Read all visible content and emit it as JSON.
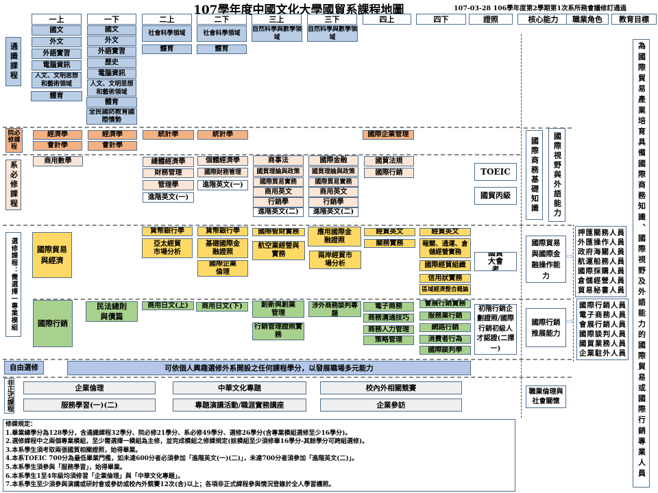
{
  "title": "107學年度中國文化大學國貿系課程地圖",
  "subtitle": "107-03-28 106學年度第2學期第1次系所務會議修訂通過",
  "headers": [
    "一上",
    "一下",
    "二上",
    "二下",
    "三上",
    "三下",
    "四上",
    "四下",
    "證照",
    "核心能力",
    "職業角色",
    "教育目標"
  ],
  "general": {
    "label": "通識課程",
    "y1a": [
      "國文",
      "外文",
      "外語實習",
      "電腦資訊",
      "人文、文明思想和藝術領域",
      "體育"
    ],
    "y1b": [
      "國文",
      "外文",
      "外語實習",
      "歷史",
      "電腦資訊",
      "人文、文明思想和藝術領域",
      "體育",
      "全民國防教育國際情勢"
    ],
    "y2a": [
      "社會科學領域",
      "體育"
    ],
    "y2b": [
      "社會科學領域",
      "體育"
    ],
    "y3a": [
      "自然科學與數學領域"
    ],
    "y3b": [
      "自然科學與數學領域"
    ]
  },
  "college_required": {
    "label": "院必修課程",
    "y1a": [
      "經濟學",
      "會計學"
    ],
    "y1b": [
      "經濟學",
      "會計學"
    ],
    "y2a": [
      "統計學"
    ],
    "y2b": [
      "統計學"
    ],
    "y4a": [
      "國際企業管理"
    ]
  },
  "dept_required": {
    "label": "系必修課程",
    "y1a": [
      "商用數學"
    ],
    "y2a": [
      "總體經濟學",
      "財務管理",
      "管理學",
      "進階英文(一)"
    ],
    "y2b": [
      "個體經濟學",
      "國際財務管理",
      "進階英文(一)"
    ],
    "y3a": [
      "商事法",
      "國貿理論與政策",
      "國際貿易實務",
      "商用英文",
      "行銷學",
      "進階英文(二)"
    ],
    "y3b": [
      "國際金融",
      "國貿理論與政策",
      "國際貿易實務",
      "商用英文",
      "行銷學",
      "進階英文(二)"
    ],
    "y4a": [
      "國貿法規",
      "國際行銷"
    ],
    "certs": [
      "TOEIC",
      "國貿丙級"
    ],
    "core": [
      "國際商務基礎知識",
      "國際視野與外語能力"
    ]
  },
  "elective": {
    "label": "選修課程：需選擇一專業模組",
    "trade": {
      "name": "國際貿易與經濟",
      "y2a": [
        "貨幣銀行學",
        "亞太經貿市場分析"
      ],
      "y2b": [
        "貨幣銀行學",
        "基礎國際金融證照",
        "國際企業倫理"
      ],
      "y3a": [
        "國際智財實務",
        "航空業經營與實務"
      ],
      "y3b": [
        "應用國際金融證照",
        "兩岸經貿市場分析"
      ],
      "y4a": [
        "經貿英文",
        "關務實務"
      ],
      "y4b": [
        "經貿英文",
        "報關、通運、倉儲經營實務",
        "國際經貿組織",
        "信用狀實務",
        "區域經濟整合概論"
      ],
      "cert": "國貿大會考",
      "core": "國際貿易與國際金融操作能力",
      "roles": [
        "押匯關務人員",
        "外匯操作人員",
        "政府海關人員",
        "航運船務人員",
        "國際採購人員",
        "倉儲經營人員",
        "貿易秘書人員"
      ]
    },
    "marketing": {
      "name": "國際行銷",
      "y1b": [
        "民法總則與債篇"
      ],
      "y2a": [
        "商用日文(上)"
      ],
      "y2b": [
        "商用日文(下)"
      ],
      "y3a": [
        "創新與創業管理",
        "行銷管理證照實務"
      ],
      "y3b": [
        "涉外商務談判專題"
      ],
      "y4a": [
        "電子商務",
        "商務溝通技巧",
        "商務人力管理",
        "策略管理"
      ],
      "y4b": [
        "會展行銷實務",
        "服務業行銷",
        "網路行銷",
        "消費者行為",
        "國際談判學"
      ],
      "cert": "初階行銷企劃證照/國際行銷初級人才認證(二擇一)",
      "core": "國際行銷推展能力",
      "roles": [
        "國際行銷人員",
        "電子商務人員",
        "會展行銷人員",
        "國際談判人員",
        "國貿業務人員",
        "企業駐外人員"
      ]
    }
  },
  "free": {
    "label": "自由選修",
    "text": "可依個人興趣選修外系開設之任何課程學分，以發展職場多元能力"
  },
  "informal": {
    "label": "非正式課程",
    "items": [
      "企業倫理",
      "中華文化專題",
      "校內外相關競賽",
      "服務學習(一)(二)",
      "專題演講活動/職涯實務講座",
      "企業參訪"
    ],
    "core": "職業倫理與社會關懷"
  },
  "goal": "為國際貿易產業培育具備國際商務知識、國際視野及外語能力的國際貿易或國際行銷專業人員",
  "rules": [
    "修課規定：",
    "1.畢業總學分為128學分，含通識課程32學分、院必修21學分、系必修49學分、選修26學分(含專業模組選修至少16學分)。",
    "2.選修課程中之兩個專業模組，至少需選擇一模組為主修，並完成模組之修課規定(該模組至少須修畢16學分-其餘學分可跨組選修)。",
    "3.本系學生須考取兩張國貿相關證照，始得畢業。",
    "4.本系TOEIC 700分為最低畢業門檻，如未達600分者必須參加「進階英文(一)(二)」，未達700分者須參加「進階英文(二)」。",
    "5.本系學生須參與「服務學習」，始得畢業。",
    "6.本系學生1至4年級均須修習「企業倫理」與「中華文化專題」。",
    "7.本系學生至少須參與演講或研討會或參訪或校內外競賽12次(含)以上；各項非正式課程參與情況登錄於全人學習護照。"
  ]
}
